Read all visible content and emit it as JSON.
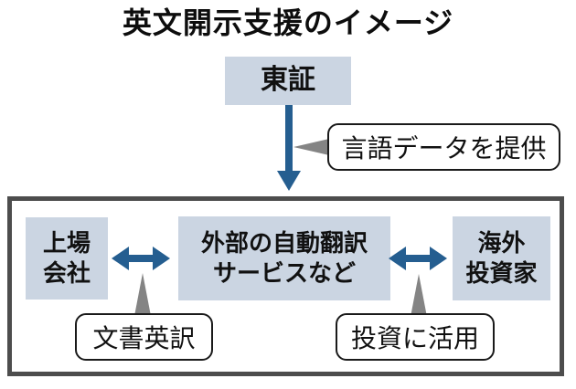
{
  "title": "英文開示支援のイメージ",
  "colors": {
    "box_fill": "#cbd5e2",
    "arrow": "#255e90",
    "frame_border": "#4d4d4d",
    "tail": "#848484",
    "callout_border": "#1a1a1a",
    "text": "#111111"
  },
  "nodes": {
    "tse": "東証",
    "listed_company": {
      "line1": "上場",
      "line2": "会社"
    },
    "translation_service": {
      "line1": "外部の自動翻訳",
      "line2": "サービスなど"
    },
    "overseas_investor": {
      "line1": "海外",
      "line2": "投資家"
    }
  },
  "callouts": {
    "provide_language_data": "言語データを提供",
    "document_translation": "文書英訳",
    "use_for_investment": "投資に活用"
  }
}
